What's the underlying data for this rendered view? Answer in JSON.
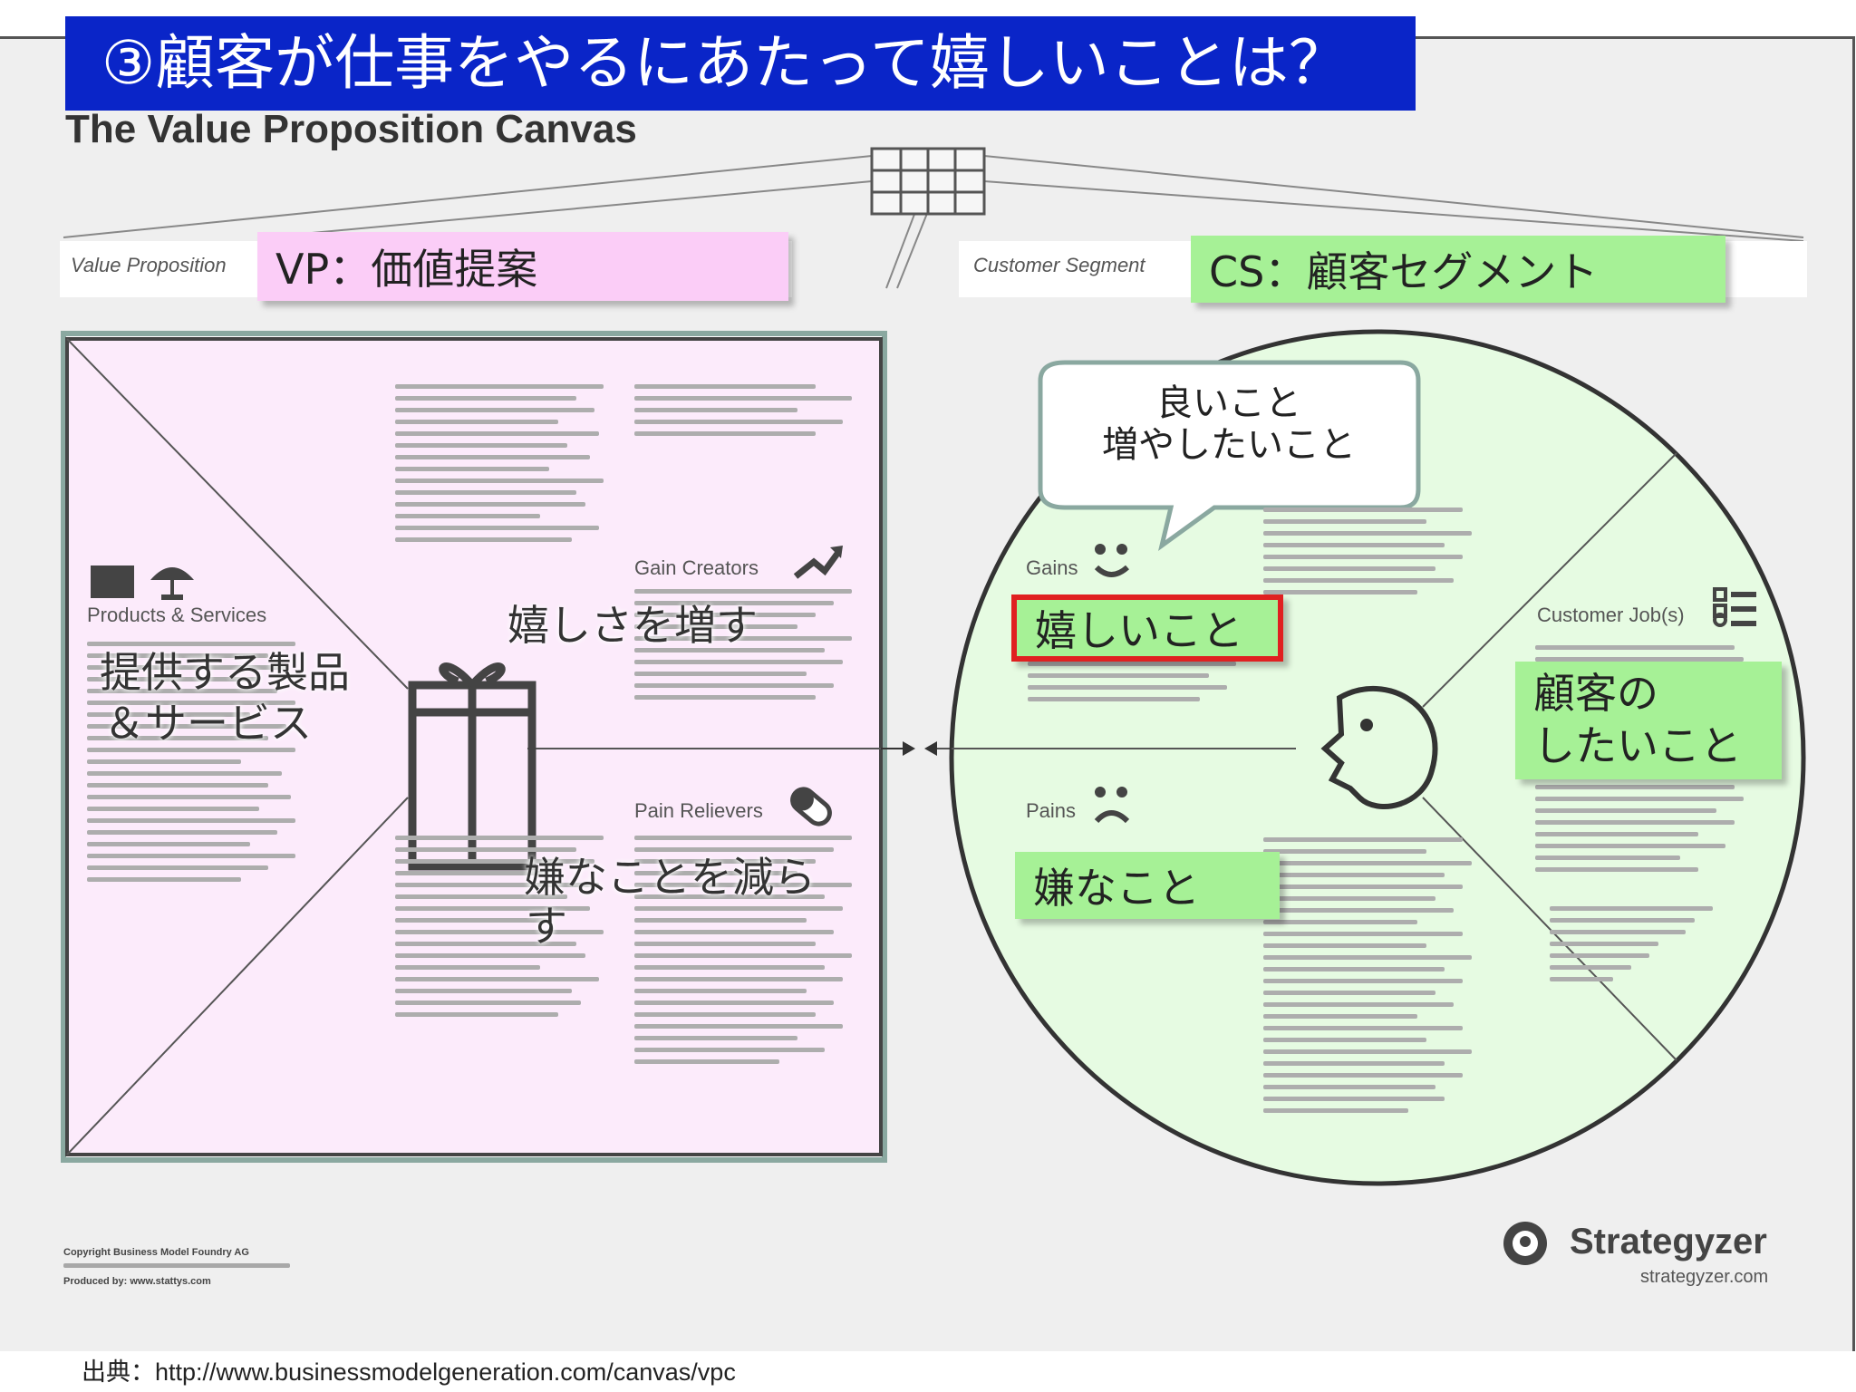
{
  "slide_title": "③顧客が仕事をやるにあたって嬉しいことは？",
  "canvas_title": "The Value Proposition Canvas",
  "header": {
    "value_proposition_label": "Value Proposition",
    "customer_segment_label": "Customer Segment",
    "vp_note": "VP：価値提案",
    "cs_note": "CS：顧客セグメント"
  },
  "left_panel": {
    "products_services_label": "Products & Services",
    "gain_creators_label": "Gain Creators",
    "pain_relievers_label": "Pain Relievers",
    "products_overlay_line1": "提供する製品",
    "products_overlay_line2": "＆サービス",
    "gain_overlay": "嬉しさを増す",
    "pain_overlay_line1": "嫌なことを減ら",
    "pain_overlay_line2": "す"
  },
  "right_panel": {
    "gains_label": "Gains",
    "pains_label": "Pains",
    "customer_jobs_label": "Customer Job(s)",
    "bubble_line1": "良いこと",
    "bubble_line2": "増やしたいこと",
    "gains_note": "嬉しいこと",
    "pains_note": "嫌なこと",
    "jobs_note_line1": "顧客の",
    "jobs_note_line2": "したいこと"
  },
  "footer": {
    "copyright_line1": "Copyright Business Model Foundry AG",
    "produced_by": "Produced by: www.stattys.com",
    "brand": "Strategyzer",
    "brand_url": "strategyzer.com",
    "source": "出典：http://www.businessmodelgeneration.com/canvas/vpc"
  },
  "colors": {
    "title_bar": "#0a25c8",
    "pink_note": "#fbcdf7",
    "green_note": "#a6f196",
    "highlight_border": "#e02020",
    "square_fill": "#fcebfb",
    "circle_fill": "#e6fbe2"
  }
}
